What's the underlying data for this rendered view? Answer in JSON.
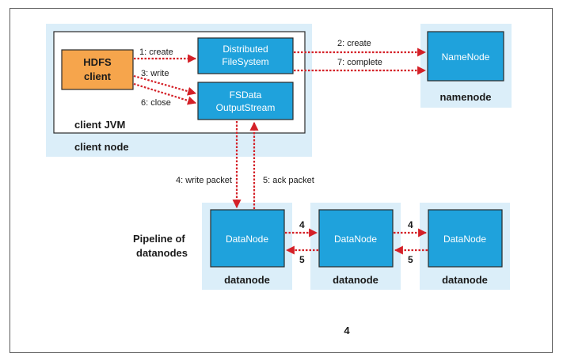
{
  "client_node": {
    "label": "client node",
    "jvm_label": "client JVM",
    "hdfs_client": {
      "line1": "HDFS",
      "line2": "client"
    },
    "distributed_fs": {
      "line1": "Distributed",
      "line2": "FileSystem"
    },
    "fsdata_stream": {
      "line1": "FSData",
      "line2": "OutputStream"
    }
  },
  "namenode": {
    "box_label": "NameNode",
    "caption": "namenode"
  },
  "arrows": {
    "create1": "1: create",
    "write3": "3: write",
    "close6": "6: close",
    "create2": "2: create",
    "complete7": "7: complete",
    "write_packet4": "4: write packet",
    "ack_packet5": "5: ack packet",
    "pipe_fwd_1": "4",
    "pipe_back_1": "5",
    "pipe_fwd_2": "4",
    "pipe_back_2": "5"
  },
  "pipeline_label": {
    "line1": "Pipeline of",
    "line2": "datanodes"
  },
  "datanodes": [
    {
      "box_label": "DataNode",
      "caption": "datanode"
    },
    {
      "box_label": "DataNode",
      "caption": "datanode"
    },
    {
      "box_label": "DataNode",
      "caption": "datanode"
    }
  ],
  "page_number": "4",
  "colors": {
    "panel_bg": "#dbeef9",
    "box_blue": "#1fa2dc",
    "box_orange": "#f6a54c",
    "arrow_red": "#d42027"
  }
}
